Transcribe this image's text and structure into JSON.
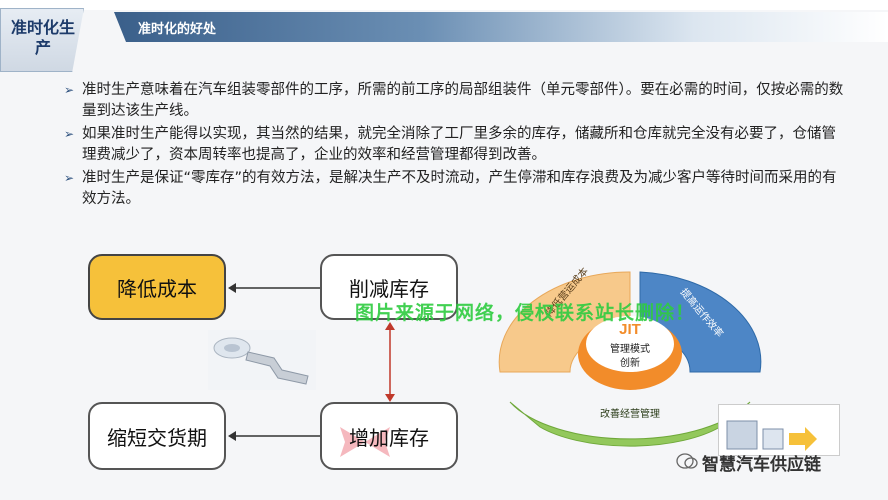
{
  "header": {
    "section_title": "准时化生产",
    "subtitle": "准时化的好处"
  },
  "bullets": [
    "准时生产意味着在汽车组装零部件的工序，所需的前工序的局部组装件（单元零部件）。要在必需的时间，仅按必需的数量到达该生产线。",
    "如果准时生产能得以实现，其当然的结果，就完全消除了工厂里多余的库存，储藏所和仓库就完全没有必要了，仓储管理费减少了，资本周转率也提高了，企业的效率和经营管理都得到改善。",
    "准时生产是保证“零库存”的有效方法，是解决生产不及时流动，产生停滞和库存浪费及为减少客户等待时间而采用的有效方法。"
  ],
  "flow": {
    "reduce_cost": "降低成本",
    "cut_inventory": "削减库存",
    "shorten_delivery": "缩短交货期",
    "add_inventory": "增加库存"
  },
  "jit_diagram": {
    "center_top": "JIT",
    "center_label": "管理模式\n创新",
    "seg_left": "降低营运成本",
    "seg_right": "提高运作效率",
    "seg_bottom": "改善经营管理"
  },
  "watermark": "图片来源于网络，侵权联系站长删除！",
  "footer": {
    "brand": "智慧汽车供应链"
  },
  "colors": {
    "accent_blue": "#2b4f7d",
    "orange": "#f6c13a",
    "watermark_green": "#2ecc40"
  }
}
